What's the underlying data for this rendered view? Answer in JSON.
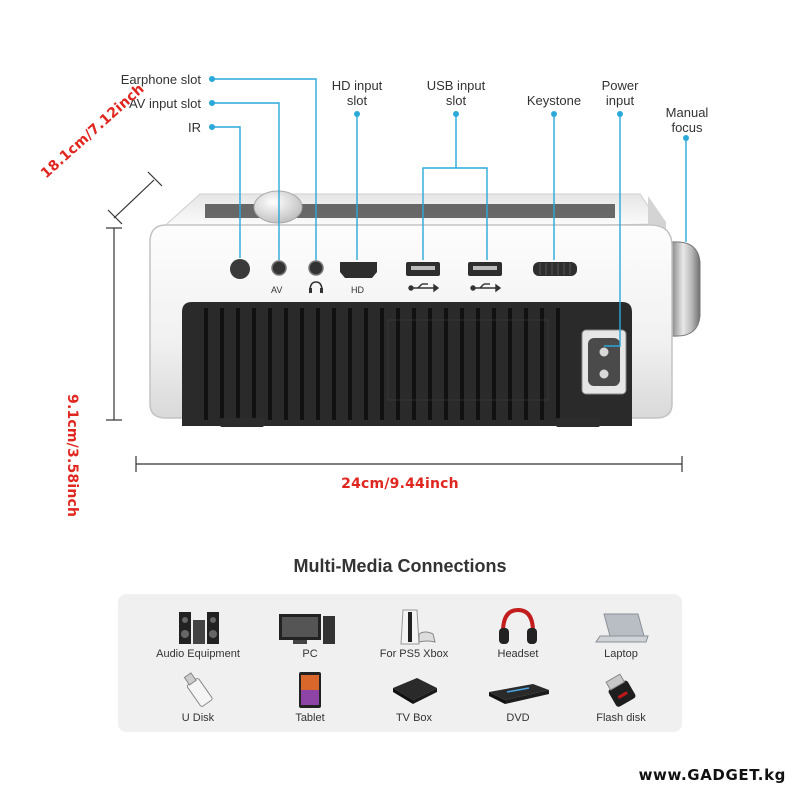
{
  "callouts": {
    "earphone_slot": "Earphone slot",
    "av_input_slot": "AV input slot",
    "ir": "IR",
    "hd_input_line1": "HD input",
    "hd_input_line2": "slot",
    "usb_input_line1": "USB input",
    "usb_input_line2": "slot",
    "keystone": "Keystone",
    "power_input_line1": "Power",
    "power_input_line2": "input",
    "manual_focus_line1": "Manual",
    "manual_focus_line2": "focus"
  },
  "port_labels": {
    "av": "AV",
    "hd": "HD"
  },
  "dimensions": {
    "depth": "18.1cm/7.12inch",
    "height": "9.1cm/3.58inch",
    "width": "24cm/9.44inch"
  },
  "section_title": "Multi-Media Connections",
  "media": [
    {
      "label": "Audio Equipment",
      "icon": "speaker-icon"
    },
    {
      "label": "PC",
      "icon": "pc-icon"
    },
    {
      "label": "For PS5 Xbox",
      "icon": "console-icon"
    },
    {
      "label": "Headset",
      "icon": "headset-icon"
    },
    {
      "label": "Laptop",
      "icon": "laptop-icon"
    },
    {
      "label": "U Disk",
      "icon": "usb-drive-icon"
    },
    {
      "label": "Tablet",
      "icon": "tablet-icon"
    },
    {
      "label": "TV Box",
      "icon": "tv-box-icon"
    },
    {
      "label": "DVD",
      "icon": "dvd-player-icon"
    },
    {
      "label": "Flash disk",
      "icon": "flash-disk-icon"
    }
  ],
  "watermark": "www.GADGET.kg",
  "colors": {
    "callout_line": "#2aa8d8",
    "dimension_text": "#e0261f",
    "body_white": "#f5f5f5",
    "vent_dark": "#2a2a2a",
    "panel_bg": "#f0f0f0"
  }
}
